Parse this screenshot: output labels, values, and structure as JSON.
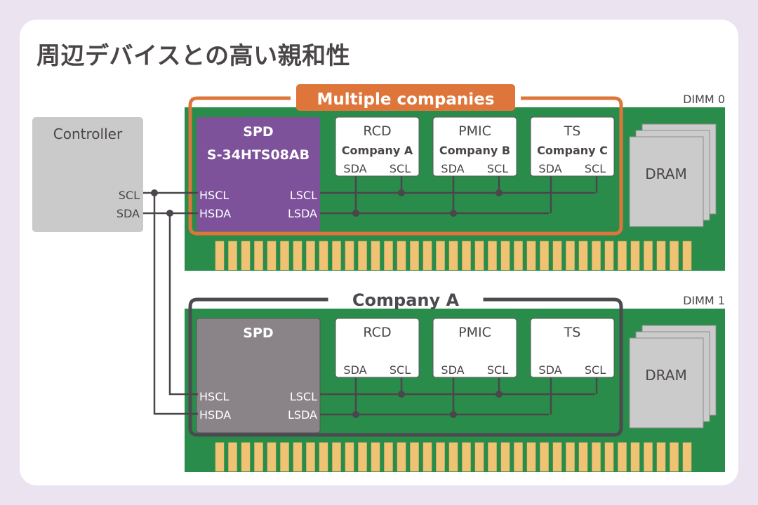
{
  "title": "周辺デバイスとの高い親和性",
  "colors": {
    "background": "#ebe4f0",
    "card": "#ffffff",
    "board_green": "#2a8c4a",
    "gold_finger": "#f0c374",
    "highlight_orange": "#de763b",
    "highlight_gray": "#4d4a4f",
    "spd_purple": "#7e519b",
    "spd_gray": "#8a8489",
    "wire": "#4a464b",
    "controller_gray": "#cacaca",
    "dram_gray": "#cbcbcb",
    "text_dark": "#4a4548"
  },
  "controller": {
    "label": "Controller",
    "pins": [
      "SCL",
      "SDA"
    ]
  },
  "dimms": [
    {
      "label": "DIMM 0",
      "group_label": "Multiple companies",
      "group_style": "orange",
      "spd": {
        "title": "SPD",
        "part_number": "S-34HTS08AB",
        "style": "purple",
        "pins_left": [
          "HSCL",
          "HSDA"
        ],
        "pins_right": [
          "LSCL",
          "LSDA"
        ]
      },
      "devices": [
        {
          "name": "RCD",
          "vendor": "Company A",
          "pins": [
            "SDA",
            "SCL"
          ]
        },
        {
          "name": "PMIC",
          "vendor": "Company B",
          "pins": [
            "SDA",
            "SCL"
          ]
        },
        {
          "name": "TS",
          "vendor": "Company C",
          "pins": [
            "SDA",
            "SCL"
          ]
        }
      ],
      "dram_label": "DRAM"
    },
    {
      "label": "DIMM 1",
      "group_label": "Company A",
      "group_style": "gray",
      "spd": {
        "title": "SPD",
        "part_number": "",
        "style": "gray",
        "pins_left": [
          "HSCL",
          "HSDA"
        ],
        "pins_right": [
          "LSCL",
          "LSDA"
        ]
      },
      "devices": [
        {
          "name": "RCD",
          "vendor": "",
          "pins": [
            "SDA",
            "SCL"
          ]
        },
        {
          "name": "PMIC",
          "vendor": "",
          "pins": [
            "SDA",
            "SCL"
          ]
        },
        {
          "name": "TS",
          "vendor": "",
          "pins": [
            "SDA",
            "SCL"
          ]
        }
      ],
      "dram_label": "DRAM"
    }
  ]
}
